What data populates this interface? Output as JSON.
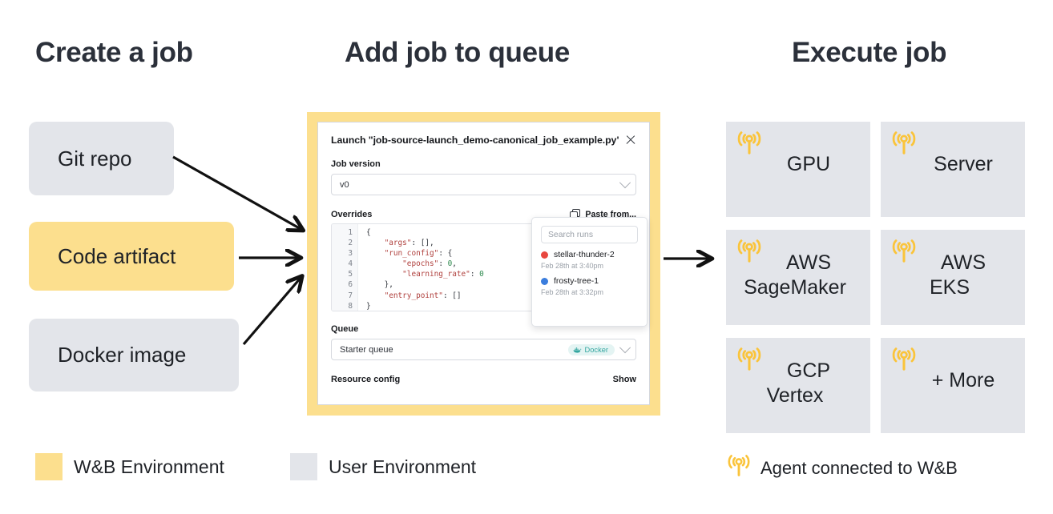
{
  "headings": {
    "create": "Create a job",
    "queue": "Add job to queue",
    "execute": "Execute job"
  },
  "sources": [
    {
      "label": "Git repo",
      "env": "user"
    },
    {
      "label": "Code artifact",
      "env": "wandb"
    },
    {
      "label": "Docker image",
      "env": "user"
    }
  ],
  "launch_card": {
    "title": "Launch \"job-source-launch_demo-canonical_job_example.py\"",
    "close_icon": "close-icon",
    "job_version_label": "Job version",
    "job_version_value": "v0",
    "overrides_label": "Overrides",
    "paste_button": "Paste from...",
    "paste_icon": "copy-icon",
    "code_line_numbers": [
      "1",
      "2",
      "3",
      "4",
      "5",
      "6",
      "7",
      "8"
    ],
    "code_lines": [
      "{",
      "    \"args\": [],",
      "    \"run_config\": {",
      "        \"epochs\": 0,",
      "        \"learning_rate\": 0",
      "    },",
      "    \"entry_point\": []",
      "}"
    ],
    "queue_label": "Queue",
    "queue_value": "Starter queue",
    "queue_badge": "Docker",
    "queue_badge_icon": "docker-whale-icon",
    "resource_config_label": "Resource config",
    "resource_config_action": "Show"
  },
  "runs_popover": {
    "search_placeholder": "Search runs",
    "runs": [
      {
        "name": "stellar-thunder-2",
        "time": "Feb 28th at 3:40pm",
        "color": "#e8473f"
      },
      {
        "name": "frosty-tree-1",
        "time": "Feb 28th at 3:32pm",
        "color": "#3b7ddd"
      }
    ]
  },
  "execute_targets": [
    {
      "lines": [
        "GPU"
      ],
      "icon": "broadcast-tower-icon"
    },
    {
      "lines": [
        "Server"
      ],
      "icon": "broadcast-tower-icon"
    },
    {
      "lines": [
        "AWS",
        "SageMaker"
      ],
      "icon": "broadcast-tower-icon"
    },
    {
      "lines": [
        "AWS",
        "EKS"
      ],
      "icon": "broadcast-tower-icon"
    },
    {
      "lines": [
        "GCP",
        "Vertex"
      ],
      "icon": "broadcast-tower-icon"
    },
    {
      "lines": [
        "+ More"
      ],
      "icon": "broadcast-tower-icon"
    }
  ],
  "legend": [
    {
      "label": "W&B Environment",
      "swatch": "#fcdf8e",
      "icon": null
    },
    {
      "label": "User Environment",
      "swatch": "#e3e5ea",
      "icon": null
    },
    {
      "label": "Agent connected to W&B",
      "swatch": null,
      "icon": "broadcast-tower-icon"
    }
  ],
  "colors": {
    "wandb_yellow": "#fcdf8e",
    "user_grey": "#e3e5ea",
    "agent_orange": "#fac43b",
    "heading": "#2b303a",
    "arrow": "#111111"
  }
}
